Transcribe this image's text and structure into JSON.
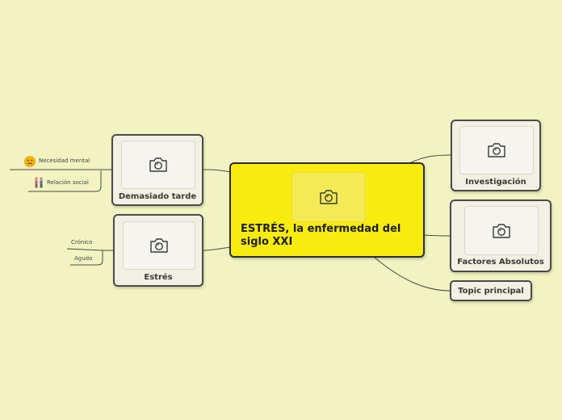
{
  "central": {
    "title": "ESTRÉS, la enfermedad del siglo XXI"
  },
  "left_nodes": {
    "demasiado_tarde": {
      "label": "Demasiado tarde",
      "subtopics": [
        {
          "label": "Necesidad mental",
          "icon": "sad-face-icon"
        },
        {
          "label": "Relación social",
          "icon": "people-icon"
        }
      ]
    },
    "estres": {
      "label": "Estrés",
      "subtopics": [
        {
          "label": "Crónico"
        },
        {
          "label": "Agudo"
        }
      ]
    }
  },
  "right_nodes": {
    "investigacion": {
      "label": "Investigación"
    },
    "factores": {
      "label": "Factores Absolutos"
    },
    "topic": {
      "label": "Topic principal"
    }
  },
  "colors": {
    "background": "#f1f3c0",
    "central_fill": "#f7ec0e",
    "node_fill": "#f2f0e2",
    "border": "#4a4a4a"
  }
}
